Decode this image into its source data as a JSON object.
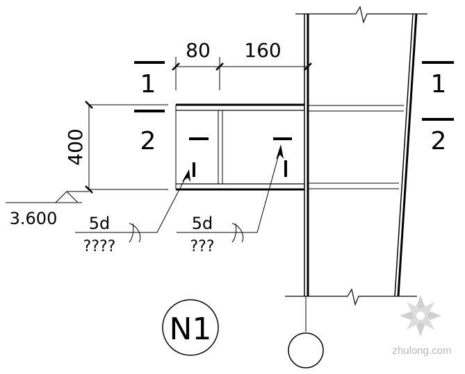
{
  "dimensions": {
    "horizontal_1": "80",
    "horizontal_2": "160",
    "vertical": "400"
  },
  "section_marks": {
    "left_upper": "1",
    "left_lower": "2",
    "right_upper": "1",
    "right_lower": "2"
  },
  "elevation": "3.600",
  "weld_left": {
    "top": "5d",
    "bottom": "????"
  },
  "weld_right": {
    "top": "5d",
    "bottom": "???"
  },
  "detail_label": "N1",
  "watermark": "zhulong.com",
  "colors": {
    "line": "#000000",
    "watermark": "#b8b8b8"
  }
}
